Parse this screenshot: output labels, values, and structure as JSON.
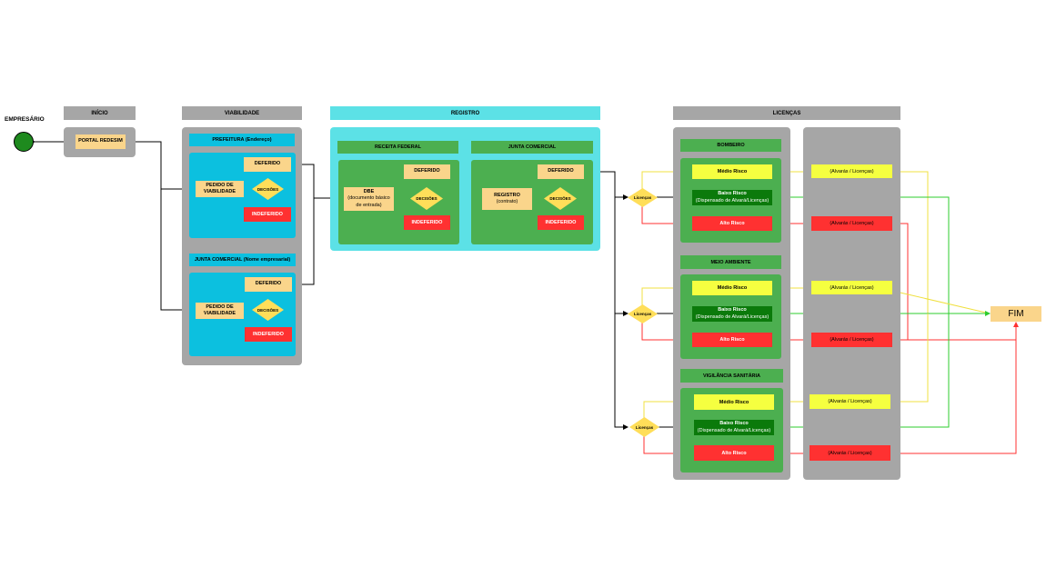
{
  "actor": {
    "label": "EMPRESÁRIO",
    "color": "#1e8a1e"
  },
  "headers": {
    "inicio": "INÍCIO",
    "viabilidade": "VIABILIDADE",
    "registro": "REGISTRO",
    "licencas": "LICENÇAS"
  },
  "inicio": {
    "portal": "PORTAL REDESIM"
  },
  "viabilidade": {
    "prefeitura": {
      "title": "PREFEITURA (Endereço)",
      "pedido_line1": "PEDIDO DE",
      "pedido_line2": "VIABILIDADE",
      "decisoes": "DECISÕES",
      "deferido": "DEFERIDO",
      "indeferido": "INDEFERIDO"
    },
    "junta": {
      "title": "JUNTA COMERCIAL (Nome empresarial)",
      "pedido_line1": "PEDIDO DE",
      "pedido_line2": "VIABILIDADE",
      "decisoes": "DECISÕES",
      "deferido": "DEFERIDO",
      "indeferido": "INDEFERIDO"
    }
  },
  "registro": {
    "receita": {
      "title": "RECEITA FEDERAL",
      "dbe": "DBE",
      "dbe_sub1": "(documento básico",
      "dbe_sub2": "de entrada)",
      "decisoes": "DECISÕES",
      "deferido": "DEFERIDO",
      "indeferido": "INDEFERIDO"
    },
    "junta": {
      "title": "JUNTA COMERCIAL",
      "registro": "REGISTRO",
      "registro_sub": "(contrato)",
      "decisoes": "DECISÕES",
      "deferido": "DEFERIDO",
      "indeferido": "INDEFERIDO"
    }
  },
  "licencas": {
    "groups": [
      {
        "title": "BOMBEIRO",
        "decision": "Licenças",
        "medio": "Médio Risco",
        "baixo": "Baixo Risco",
        "baixo_sub": "(Dispensado de Alvará/Licenças)",
        "alto": "Alto Risco",
        "alvara_medio": "(Alvarás / Licenças)",
        "alvara_alto": "(Alvarás / Licenças)"
      },
      {
        "title": "MEIO AMBIENTE",
        "decision": "Licenças",
        "medio": "Médio Risco",
        "baixo": "Baixo Risco",
        "baixo_sub": "(Dispensado de Alvará/Licenças)",
        "alto": "Alto Risco",
        "alvara_medio": "(Alvarás / Licenças)",
        "alvara_alto": "(Alvarás / Licenças)"
      },
      {
        "title": "VIGILÂNCIA SANITÁRIA",
        "decision": "Licenças",
        "medio": "Médio Risco",
        "baixo": "Baixo Risco",
        "baixo_sub": "(Dispensado de Alvará/Licenças)",
        "alto": "Alto Risco",
        "alvara_medio": "(Alvarás / Licenças)",
        "alvara_alto": "(Alvarás / Licenças)"
      }
    ]
  },
  "end": {
    "label": "FIM"
  },
  "colors": {
    "gray": "#a6a6a6",
    "cyan": "#5ce1e6",
    "blue": "#0cc0df",
    "green": "#4caf50",
    "peach": "#fad58b",
    "red": "#ff3131",
    "yellow": "#f5ff40",
    "dark_green": "#0b7a0b",
    "diamond": "#ffde59"
  }
}
